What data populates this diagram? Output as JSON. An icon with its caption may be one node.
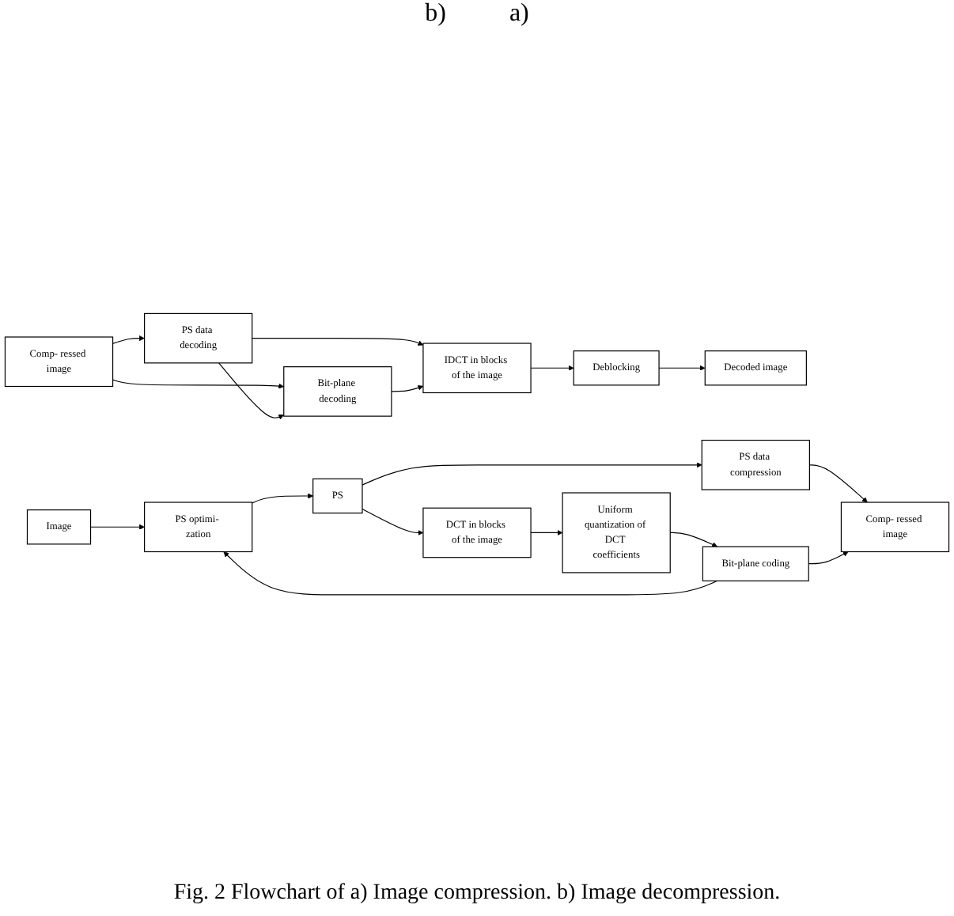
{
  "diagram": {
    "caption": "Fig. 2 Flowchart of  a) Image compression. b) Image decompression.",
    "nodes": [
      {
        "text": [
          "Comp- ressed image"
        ]
      },
      {
        "text": [
          "PS data decoding"
        ]
      },
      {
        "text": [
          "Bit-plane decoding"
        ]
      },
      {
        "text": [
          "IDCT in blocks of the image"
        ]
      },
      {
        "text": [
          "Deblocking"
        ]
      },
      {
        "text": [
          "Decoded image"
        ]
      },
      {
        "text": [
          "Image"
        ]
      },
      {
        "text": [
          "PS optimi- zation"
        ]
      },
      {
        "text": [
          "PS"
        ]
      },
      {
        "text": [
          "PS data compression"
        ]
      },
      {
        "text": [
          "DCT in blocks of the image"
        ]
      },
      {
        "text": [
          "Uniform quantization of DCT coefficients"
        ]
      },
      {
        "text": [
          "Comp- ressed image"
        ]
      },
      {
        "text": [
          "Bit-plane coding"
        ]
      }
    ],
    "edges": [
      {
        "from": 0,
        "to": 1,
        "arrow": "to"
      },
      {
        "from": 0,
        "to": 2,
        "arrow": "to"
      },
      {
        "from": 1,
        "to": 2,
        "arrow": "to"
      },
      {
        "from": 1,
        "to": 3,
        "arrow": "to"
      },
      {
        "from": 2,
        "to": 3,
        "arrow": "to"
      },
      {
        "from": 3,
        "to": 4,
        "arrow": "to"
      },
      {
        "from": 4,
        "to": 5,
        "arrow": "to"
      },
      {
        "from": 6,
        "to": 7,
        "arrow": "to"
      },
      {
        "from": 7,
        "to": 8,
        "arrow": "to"
      },
      {
        "from": 8,
        "to": 9,
        "arrow": "to"
      },
      {
        "from": 8,
        "to": 10,
        "arrow": "to"
      },
      {
        "from": 10,
        "to": 11,
        "arrow": "to"
      },
      {
        "from": 11,
        "to": 13,
        "arrow": "to"
      },
      {
        "from": 9,
        "to": 12,
        "arrow": "to"
      },
      {
        "from": 13,
        "to": 12,
        "arrow": "to"
      },
      {
        "from": 13,
        "to": 7,
        "arrow": "to"
      }
    ],
    "labels": [
      "b)",
      "a)"
    ]
  }
}
